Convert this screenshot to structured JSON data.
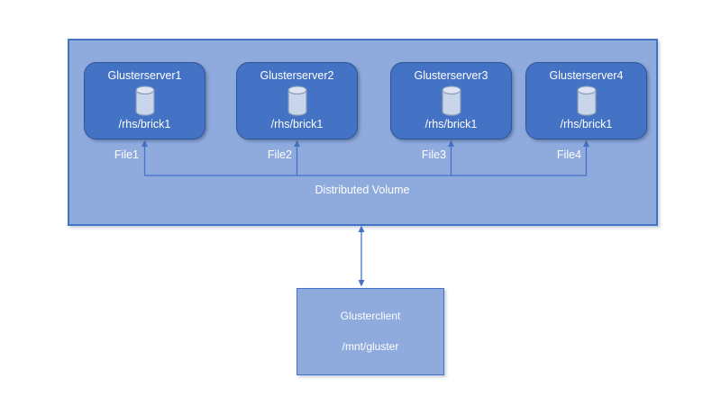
{
  "diagram": {
    "volume_label": "Distributed Volume",
    "servers": [
      {
        "name": "Glusterserver1",
        "brick": "/rhs/brick1",
        "file": "File1"
      },
      {
        "name": "Glusterserver2",
        "brick": "/rhs/brick1",
        "file": "File2"
      },
      {
        "name": "Glusterserver3",
        "brick": "/rhs/brick1",
        "file": "File3"
      },
      {
        "name": "Glusterserver4",
        "brick": "/rhs/brick1",
        "file": "File4"
      }
    ],
    "client": {
      "name": "Glusterclient",
      "mount": "/mnt/gluster"
    }
  },
  "icons": {
    "server_storage": "database-cylinder-icon"
  },
  "colors": {
    "background": "#ffffff",
    "container_fill": "#8faadc",
    "container_border": "#4472c4",
    "node_fill": "#4472c4",
    "node_border": "#2f5597",
    "connector": "#4472c4",
    "cylinder_fill": "#c9d5ea",
    "cylinder_top": "#dde5f3",
    "cylinder_stroke": "#8b9cb8",
    "text": "#ffffff"
  }
}
